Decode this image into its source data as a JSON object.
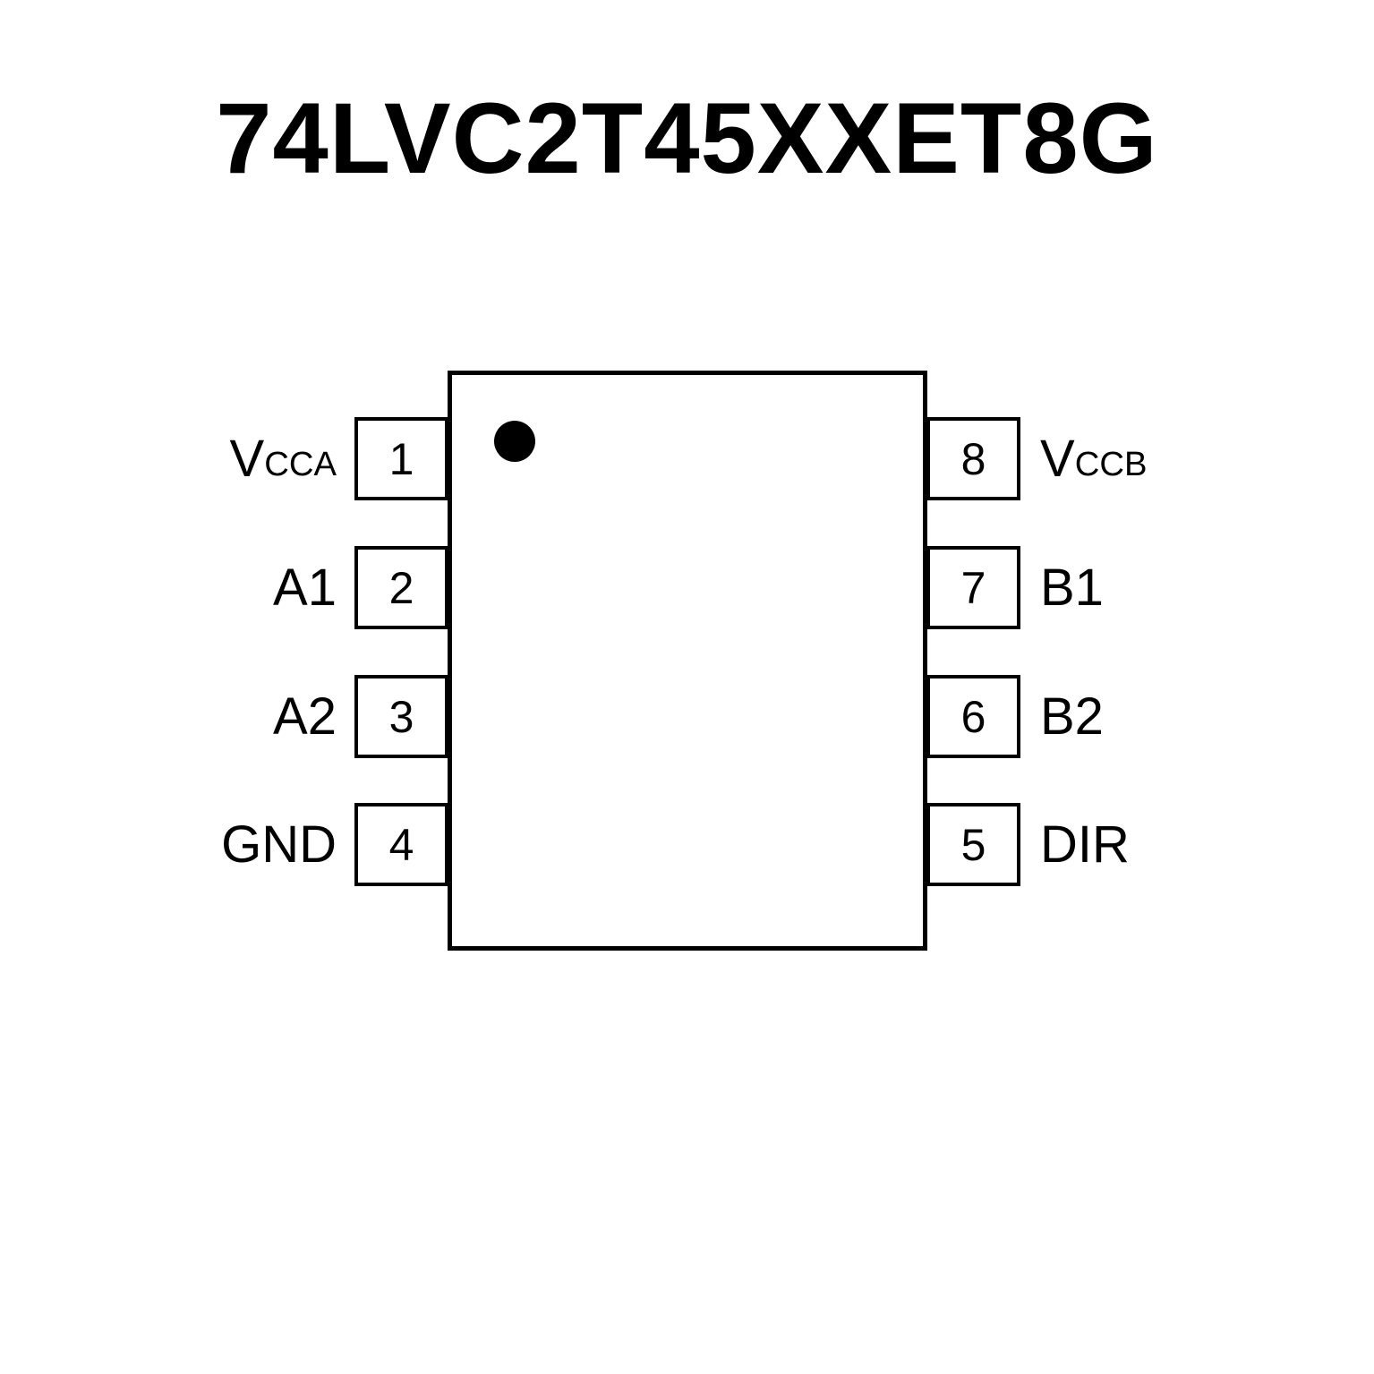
{
  "title": "74LVC2T45XXET8G",
  "colors": {
    "line": "#000000",
    "background": "#ffffff",
    "pin1_dot": "#000000"
  },
  "chip": {
    "left_pins": [
      {
        "number": "1",
        "label": "V",
        "label_sub": "CCA"
      },
      {
        "number": "2",
        "label": "A1",
        "label_sub": ""
      },
      {
        "number": "3",
        "label": "A2",
        "label_sub": ""
      },
      {
        "number": "4",
        "label": "GND",
        "label_sub": ""
      }
    ],
    "right_pins": [
      {
        "number": "8",
        "label": "V",
        "label_sub": "CCB"
      },
      {
        "number": "7",
        "label": "B1",
        "label_sub": ""
      },
      {
        "number": "6",
        "label": "B2",
        "label_sub": ""
      },
      {
        "number": "5",
        "label": "DIR",
        "label_sub": ""
      }
    ]
  }
}
